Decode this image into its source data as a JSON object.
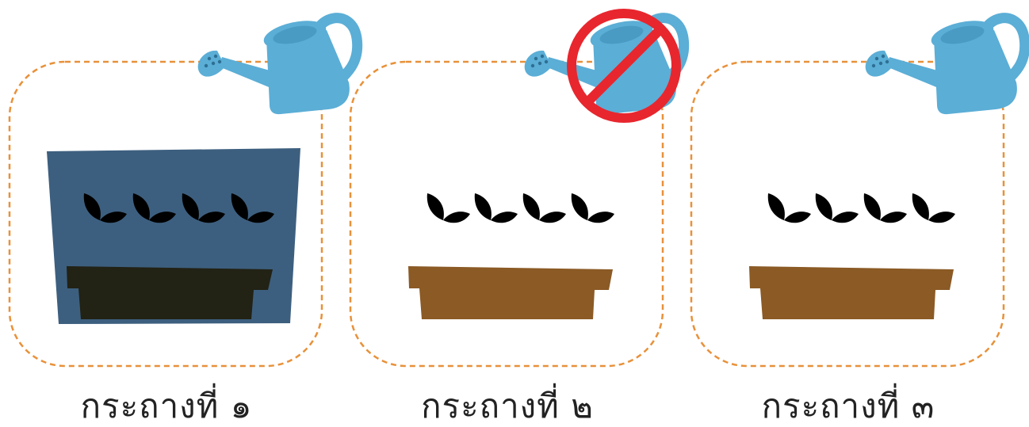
{
  "pots": [
    {
      "label": "กระถางที่ ๑",
      "covered": true,
      "watering": "allowed"
    },
    {
      "label": "กระถางที่ ๒",
      "covered": false,
      "watering": "prohibited"
    },
    {
      "label": "กระถางที่ ๓",
      "covered": false,
      "watering": "allowed"
    }
  ],
  "colors": {
    "frame_border": "#E8913A",
    "can": "#5BAED6",
    "can_dark": "#4A9BC4",
    "cover": "#3D5F7F",
    "pot_covered": "#222215",
    "plant_covered": "#1E4A2A",
    "pot": "#8B5A25",
    "plant": "#7CC152",
    "no_sign": "#E8262E"
  },
  "icons": [
    "watering-can-icon",
    "no-sign-icon",
    "seedling-icon",
    "planter-pot-icon"
  ]
}
